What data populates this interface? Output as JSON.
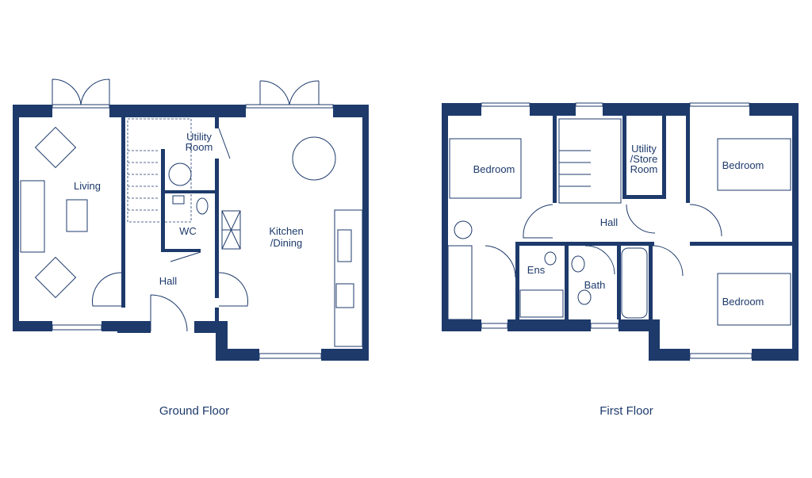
{
  "colors": {
    "wall": "#1d3a6b",
    "background": "#ffffff"
  },
  "ground_floor": {
    "title": "Ground Floor",
    "rooms": {
      "living": "Living",
      "utility_1": "Utility",
      "utility_2": "Room",
      "wc": "WC",
      "kitchen_1": "Kitchen",
      "kitchen_2": "/Dining",
      "hall": "Hall"
    }
  },
  "first_floor": {
    "title": "First Floor",
    "rooms": {
      "bedroom_1": "Bedroom",
      "utility_1": "Utility",
      "utility_2": "/Store",
      "utility_3": "Room",
      "bedroom_2": "Bedroom",
      "hall": "Hall",
      "ensuite": "Ens",
      "bath": "Bath",
      "bedroom_3": "Bedroom"
    }
  }
}
